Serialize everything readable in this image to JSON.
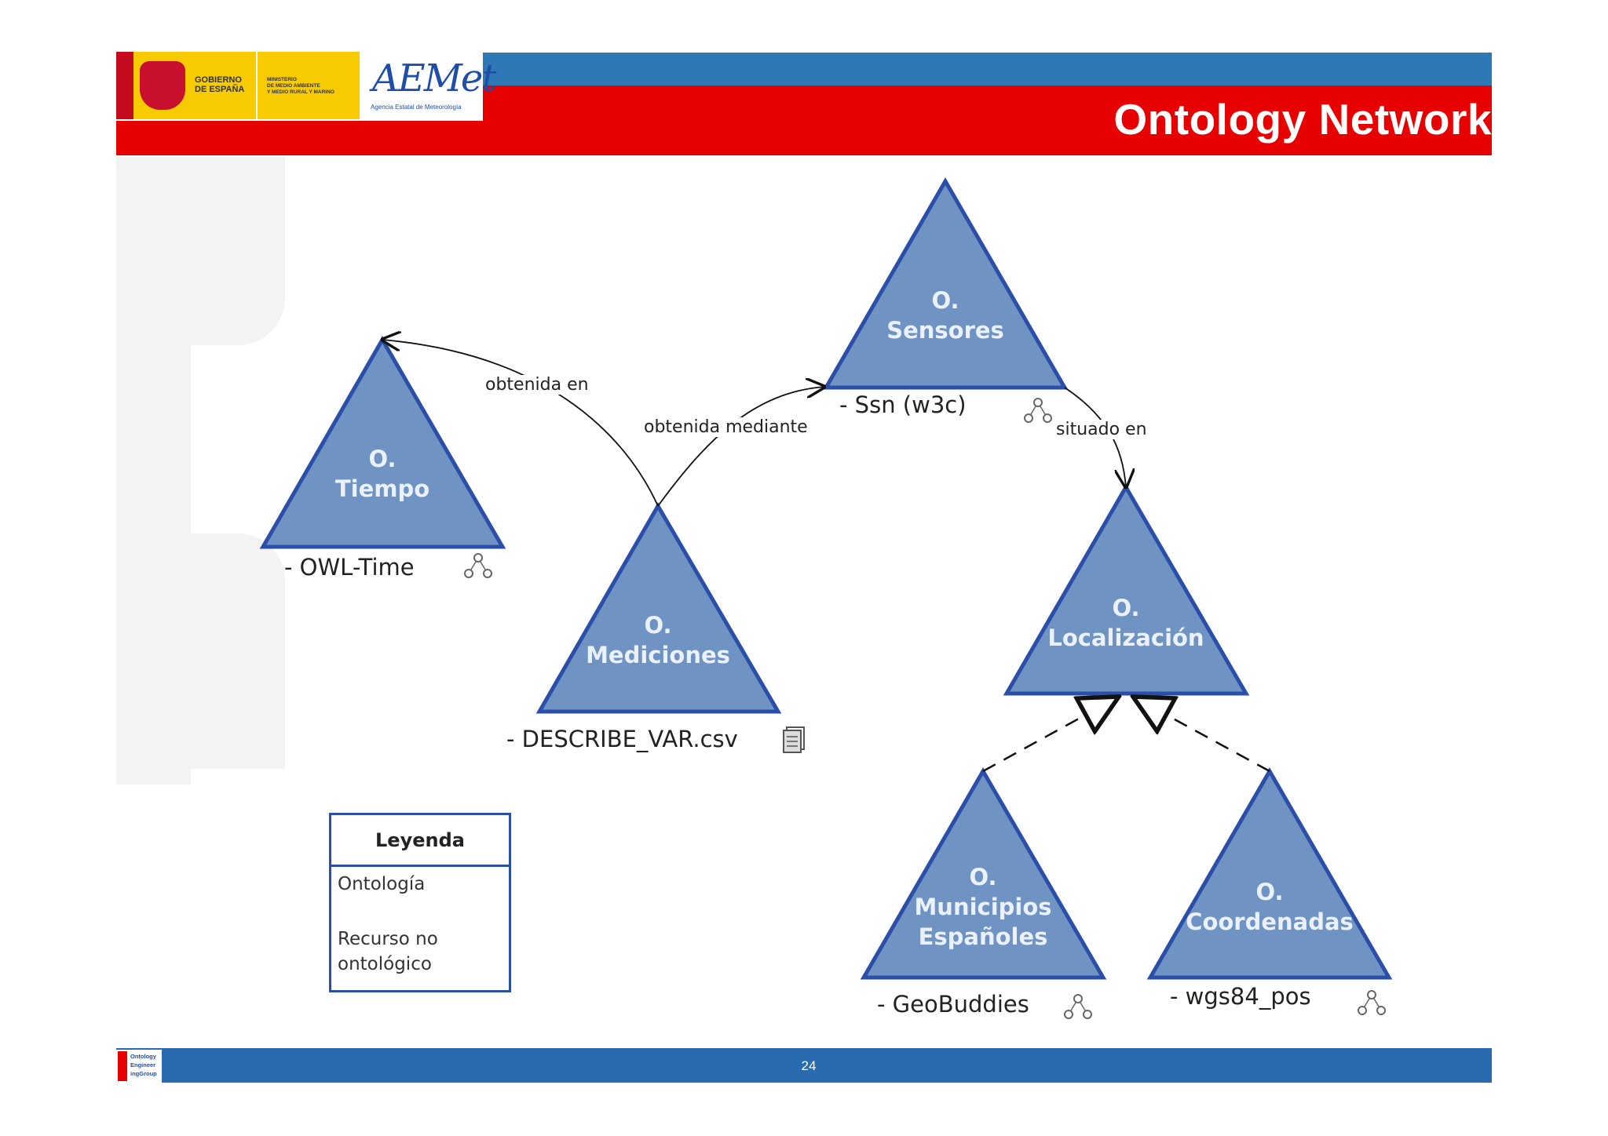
{
  "header": {
    "title": "Ontology Network",
    "gob_line1": "GOBIERNO",
    "gob_line2": "DE ESPAÑA",
    "ministerio_line1": "MINISTERIO",
    "ministerio_line2": "DE MEDIO AMBIENTE",
    "ministerio_line3": "Y MEDIO RURAL Y MARINO",
    "aemet_logo": "AEMet",
    "aemet_caption": "Agencia Estatal de Meteorología"
  },
  "colors": {
    "header_red": "#e60000",
    "header_blue": "#2e78b6",
    "footer_blue": "#2a6bb0",
    "triangle_fill": "#6f93c2",
    "triangle_stroke": "#2b4fa8"
  },
  "diagram": {
    "nodes": [
      {
        "id": "tiempo",
        "line1": "O.",
        "line2": "Tiempo",
        "resource": "- OWL-Time",
        "resource_icon": "ontology-icon"
      },
      {
        "id": "sensores",
        "line1": "O.",
        "line2": "Sensores",
        "resource": "- Ssn (w3c)",
        "resource_icon": "ontology-icon"
      },
      {
        "id": "mediciones",
        "line1": "O.",
        "line2": "Mediciones",
        "resource": "- DESCRIBE_VAR.csv",
        "resource_icon": "document-icon"
      },
      {
        "id": "localizacion",
        "line1": "O.",
        "line2": "Localización",
        "resource": "",
        "resource_icon": ""
      },
      {
        "id": "municipios",
        "line1": "O.",
        "line2": "Municipios",
        "line3": "Españoles",
        "resource": "- GeoBuddies",
        "resource_icon": "ontology-icon"
      },
      {
        "id": "coordenadas",
        "line1": "O.",
        "line2": "Coordenadas",
        "resource": "- wgs84_pos",
        "resource_icon": "ontology-icon"
      }
    ],
    "edges": [
      {
        "from": "mediciones",
        "to": "tiempo",
        "label": "obtenida en",
        "style": "solid-arrow"
      },
      {
        "from": "mediciones",
        "to": "sensores",
        "label": "obtenida mediante",
        "style": "solid-arrow"
      },
      {
        "from": "sensores",
        "to": "localizacion",
        "label": "situado en",
        "style": "solid-arrow"
      },
      {
        "from": "municipios",
        "to": "localizacion",
        "label": "",
        "style": "dashed-inheritance"
      },
      {
        "from": "coordenadas",
        "to": "localizacion",
        "label": "",
        "style": "dashed-inheritance"
      }
    ]
  },
  "legend": {
    "title": "Leyenda",
    "items": [
      {
        "label": "Ontología",
        "icon": "ontology-icon"
      },
      {
        "label_line1": "Recurso no",
        "label_line2": "ontológico",
        "icon": "document-icon"
      }
    ]
  },
  "footer": {
    "page_number": "24",
    "oeg_line1": "Ontology",
    "oeg_line2": "Engineer",
    "oeg_line3": "ingGroup"
  }
}
